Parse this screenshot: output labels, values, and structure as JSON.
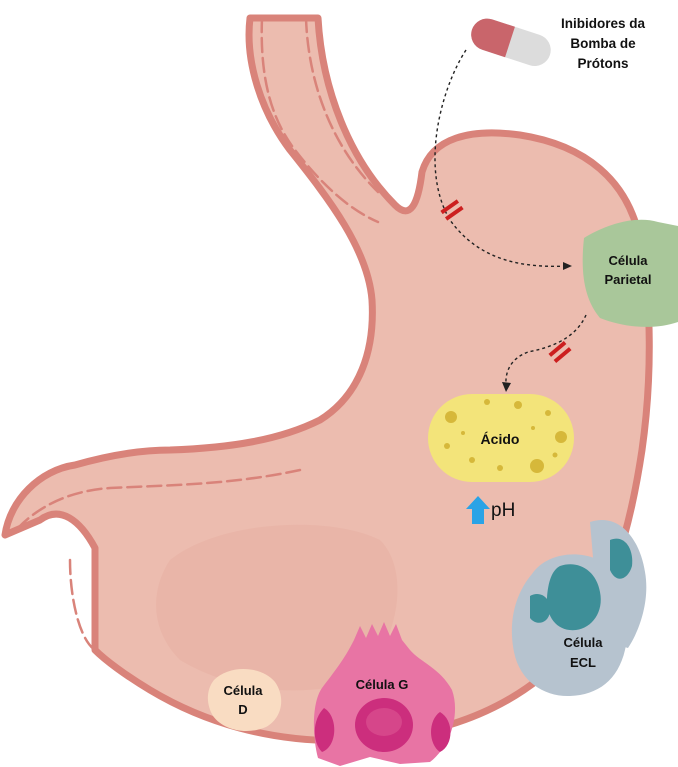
{
  "labels": {
    "ppi_line1": "Inibidores da",
    "ppi_line2": "Bomba de",
    "ppi_line3": "Prótons",
    "parietal_line1": "Célula",
    "parietal_line2": "Parietal",
    "acid": "Ácido",
    "ph": "pH",
    "ecl_line1": "Célula",
    "ecl_line2": "ECL",
    "g_cell": "Célula G",
    "d_line1": "Célula",
    "d_line2": "D"
  },
  "colors": {
    "stomach_fill": "#ecbcaf",
    "stomach_outline": "#d9837a",
    "esophagus_inner": "#e9b3a6",
    "pill_red": "#c9656b",
    "pill_white": "#dcdcdc",
    "blocker_red": "#cc1f1f",
    "parietal_green": "#a9c79a",
    "acid_yellow": "#f3e47a",
    "acid_dots": "#d6b83a",
    "ph_arrow_blue": "#2aa3e6",
    "ecl_gray": "#b6c3cf",
    "ecl_teal": "#3e8f98",
    "g_cell_pink": "#e874a4",
    "g_cell_magenta": "#cc2e7d",
    "d_cell_peach": "#f9dcc2"
  },
  "icons": {
    "pill": "capsule-icon",
    "blocker": "double-bar-inhibition-icon",
    "ph_arrow": "arrow-up-icon"
  }
}
